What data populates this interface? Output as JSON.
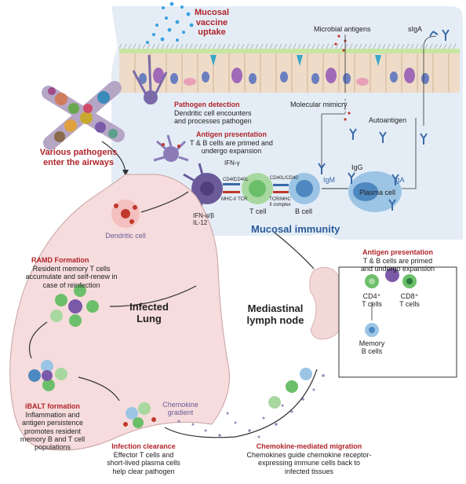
{
  "labels": {
    "mucosal_vaccine": [
      "Mucosal",
      "vaccine",
      "uptake"
    ],
    "microbial_antigens": "Microbial antigens",
    "sIgA": "sIgA",
    "pathogen_detection_title": "Pathogen detection",
    "pathogen_detection_body": [
      "Dendritic cell encounters",
      "and processes pathogen"
    ],
    "molecular_mimicry": "Molecular mimicry",
    "autoantigen": "Autoantigen",
    "antigen_presentation_title": "Antigen presentation",
    "antigen_presentation_body": [
      "T & B cells are primed and",
      "undergo expansion"
    ],
    "ifn_gamma": "IFN-γ",
    "cd40": "CD40",
    "cd40l": "CD40L",
    "cd40l_cd40": "CD40L/CD40",
    "mhc_ii": "MHC-II",
    "tcr": "TCR",
    "tcr_mhc": [
      "TCR/MHC",
      "II complex"
    ],
    "t_cell": "T cell",
    "b_cell": "B cell",
    "igm": "IgM",
    "igg": "IgG",
    "iga": "IgA",
    "plasma_cell": "Plasma cell",
    "ifn_ab": [
      "IFN-α/β",
      "IL-12"
    ],
    "mucosal_immunity": "Mucosal immunity",
    "various_pathogens": [
      "Various pathogens",
      "enter the airways"
    ],
    "dendritic_cell": "Dendritic cell",
    "ramd_title": "RAMD Formation",
    "ramd_body": [
      "Resident memory T cells",
      "accumulate and self-renew in",
      "case of reinfection"
    ],
    "infected_lung": [
      "Infected",
      "Lung"
    ],
    "mediastinal": [
      "Mediastinal",
      "lymph node"
    ],
    "antigen_presentation2_title": "Antigen presentation",
    "antigen_presentation2_body": [
      "T & B cells are primed",
      "and undergo expansion"
    ],
    "cd4": "CD4⁺",
    "cd8": "CD8⁺",
    "t_cells": "T cells",
    "memory_b": [
      "Memory",
      "B cells"
    ],
    "ibalt_title": "iBALT formation",
    "ibalt_body": [
      "Inflammation and",
      "antigen persistence",
      "promotes resident",
      "memory B and T cell",
      "populations"
    ],
    "chemokine_gradient": [
      "Chemokine",
      "gradient"
    ],
    "infection_clearance_title": "Infection clearance",
    "infection_clearance_body": [
      "Effector T cells and",
      "short-lived plasma cells",
      "help clear pathogen"
    ],
    "chemokine_migration_title": "Chemokine-mediated migration",
    "chemokine_migration_body": [
      "Chemokines guide chemokine receptor-",
      "expressing immune cells back to",
      "infected tissues"
    ]
  },
  "colors": {
    "panel_bg": "#e4edf6",
    "lung_fill": "#f6dcdc",
    "title_red": "#b0242a",
    "immunity_blue": "#2a5a9a",
    "dc_purple": "#6a5a9a",
    "t_cell_green": "#a8d8a0",
    "b_cell_blue": "#9cc4e4",
    "vaccine_dots": "#3aa0e0"
  }
}
